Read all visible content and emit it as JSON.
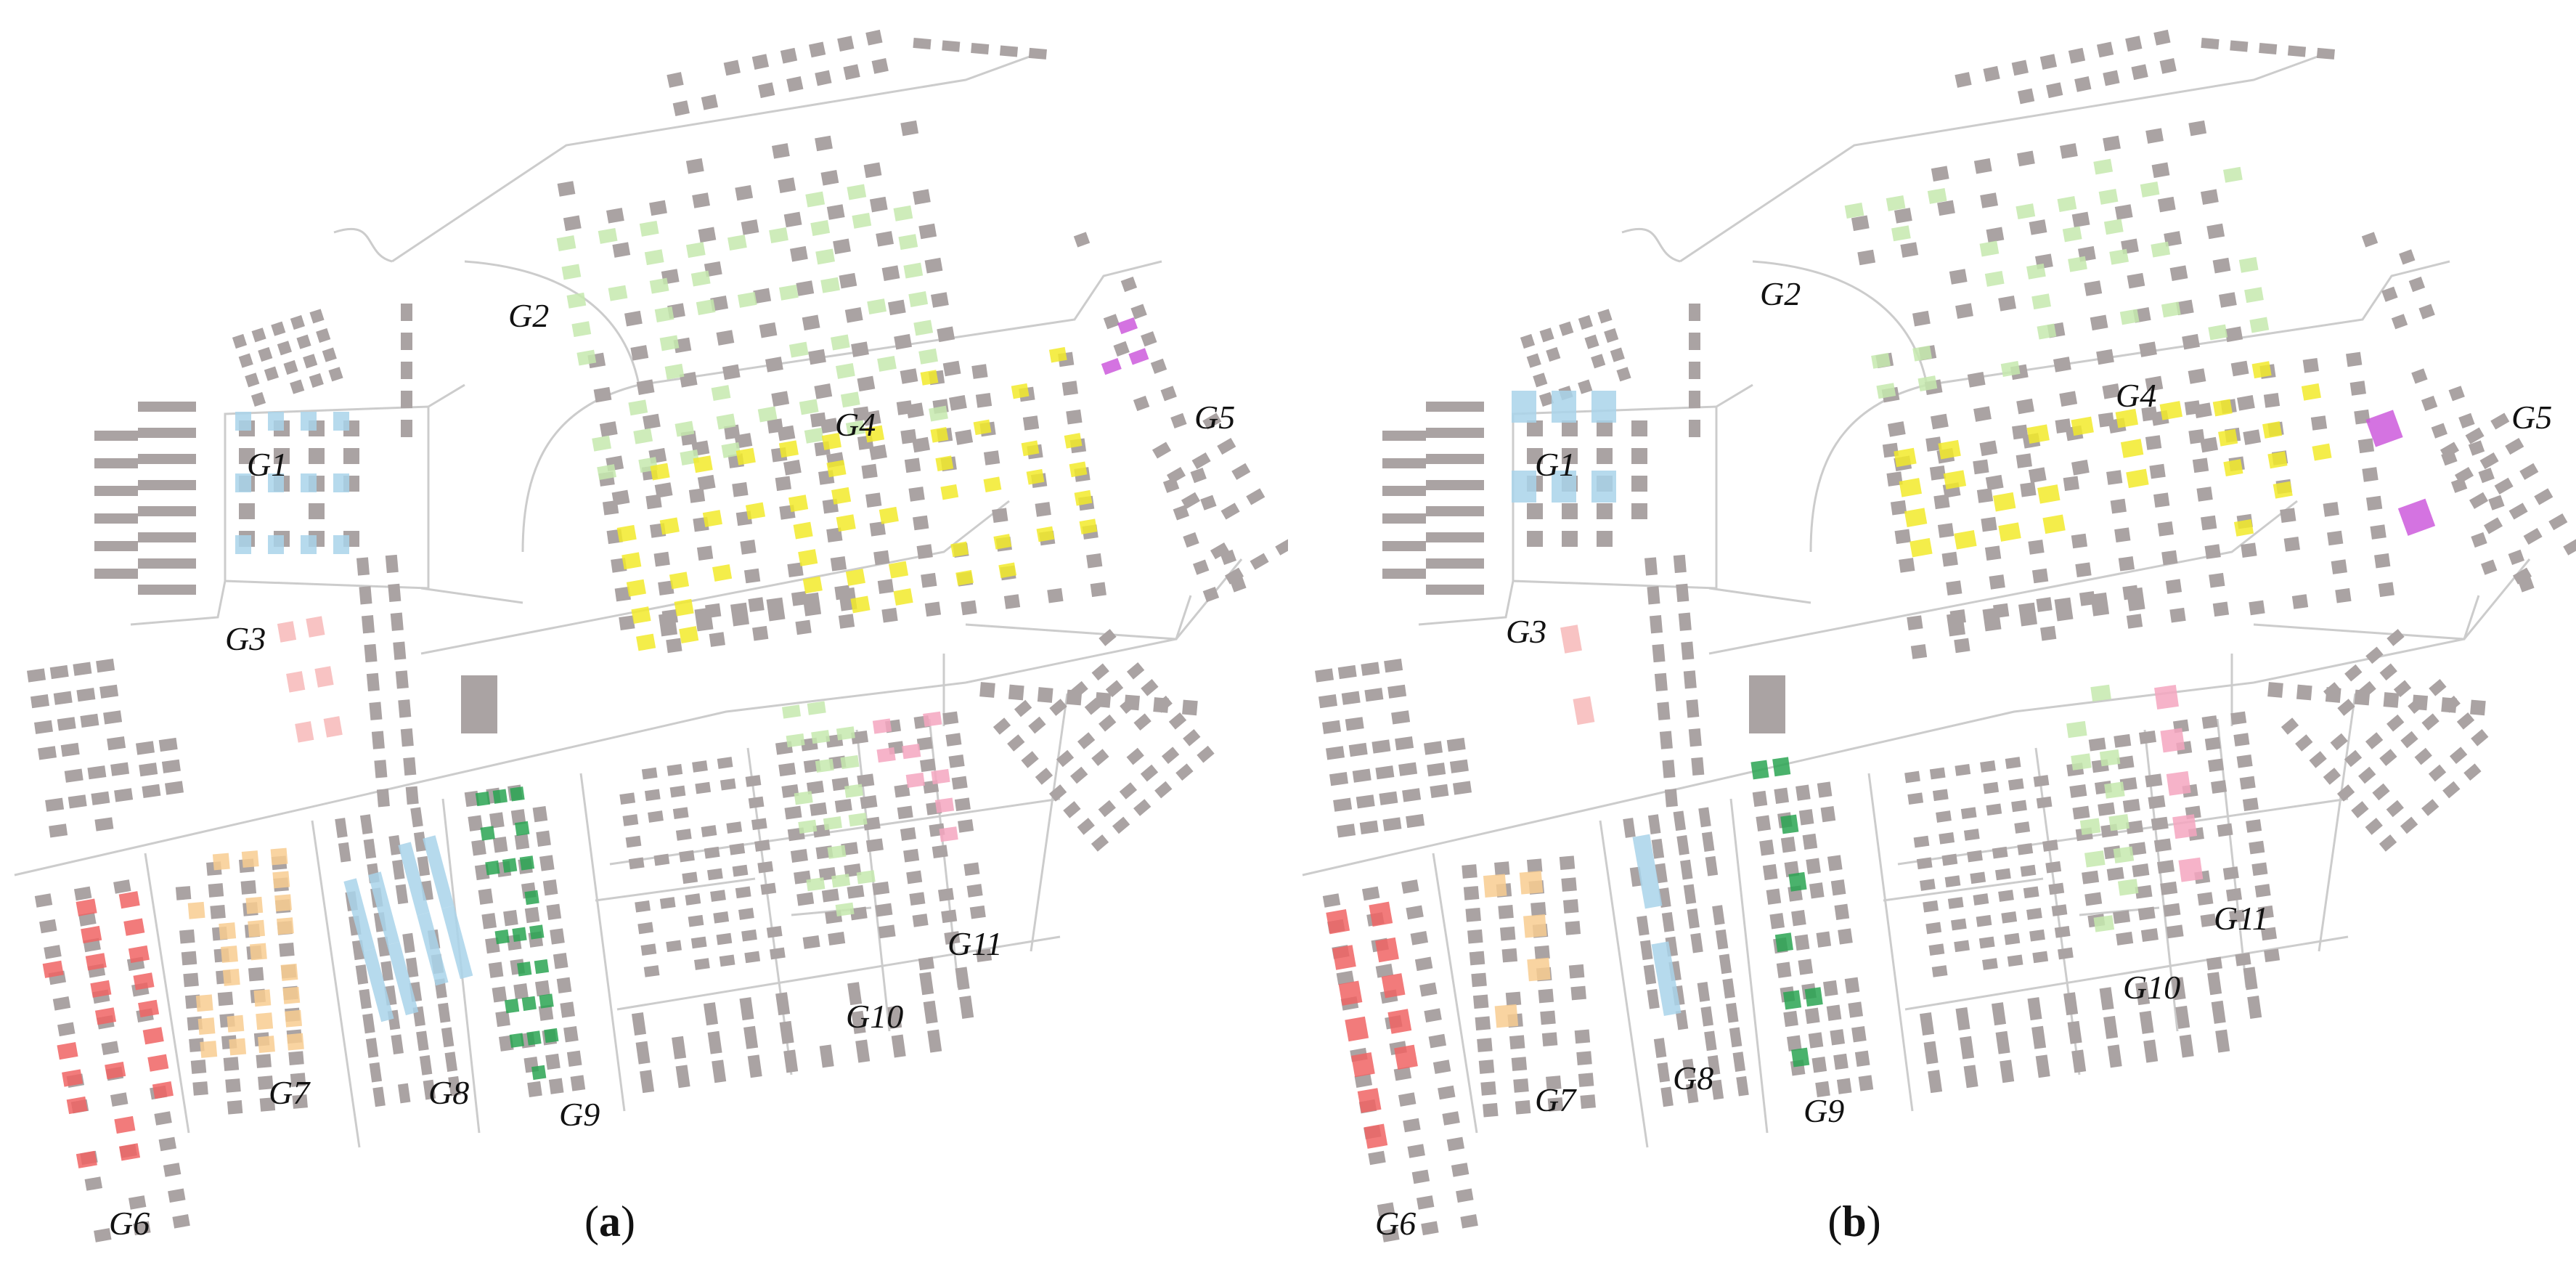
{
  "colors": {
    "building": "#aaa3a3",
    "road": "#cccccc",
    "G1": "#a9d4ea",
    "G2": "#c6e9ae",
    "G3": "#f7b9b9",
    "G4": "#f2ea2a",
    "G5": "#cc5bdc",
    "G6": "#f06464",
    "G7": "#f8cc90",
    "G8": "#a9d4ea",
    "G9": "#2aa552",
    "G10": "#c6e9ae",
    "G11": "#f4a6bf"
  },
  "panels": [
    {
      "caption_open": "(",
      "caption_letter": "a",
      "caption_close": ")",
      "labels": {
        "G1": "G1",
        "G2": "G2",
        "G3": "G3",
        "G4": "G4",
        "G5": "G5",
        "G6": "G6",
        "G7": "G7",
        "G8": "G8",
        "G9": "G9",
        "G10": "G10",
        "G11": "G11"
      }
    },
    {
      "caption_open": "(",
      "caption_letter": "b",
      "caption_close": ")",
      "labels": {
        "G1": "G1",
        "G2": "G2",
        "G3": "G3",
        "G4": "G4",
        "G5": "G5",
        "G6": "G6",
        "G7": "G7",
        "G8": "G8",
        "G9": "G9",
        "G10": "G10",
        "G11": "G11"
      }
    }
  ]
}
